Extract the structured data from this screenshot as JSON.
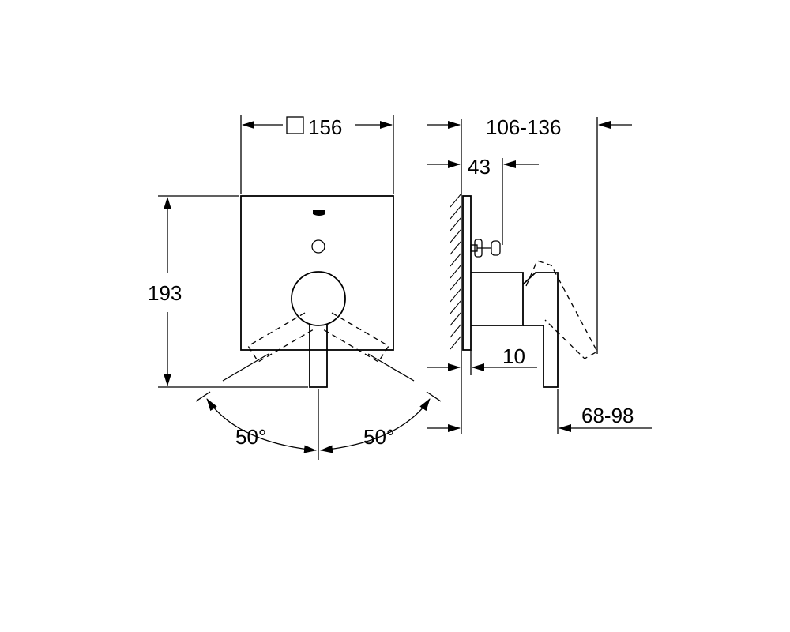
{
  "dimensions": {
    "plate_width": "156",
    "height": "193",
    "angle_left": "50°",
    "angle_right": "50°",
    "projection_range": "106-136",
    "depth_43": "43",
    "offset_10": "10",
    "handle_range": "68-98"
  }
}
